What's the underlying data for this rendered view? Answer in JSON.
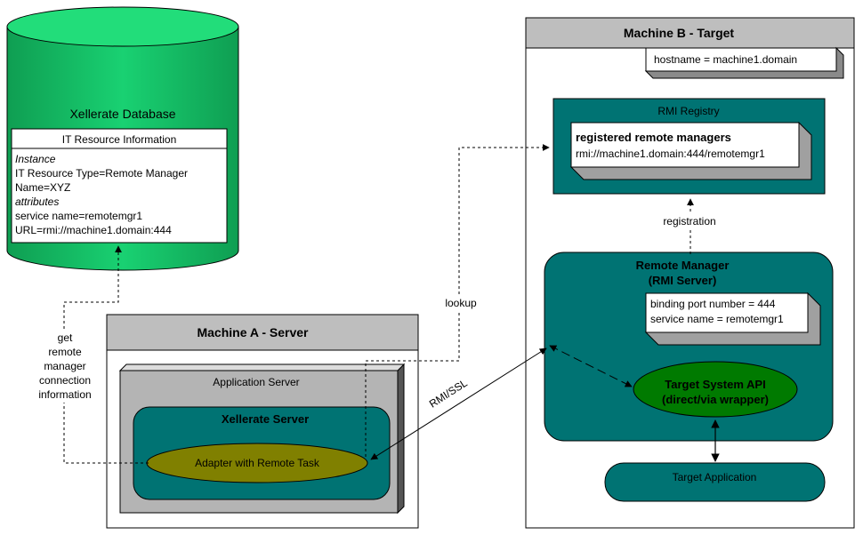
{
  "database": {
    "title": "Xellerate Database",
    "table_header": "IT Resource Information",
    "lines": [
      {
        "text": "Instance",
        "style": "italic"
      },
      {
        "text": "IT Resource Type=Remote Manager",
        "style": "normal"
      },
      {
        "text": "Name=XYZ",
        "style": "normal"
      },
      {
        "text": "attributes",
        "style": "italic"
      },
      {
        "text": "service name=remotemgr1",
        "style": "normal"
      },
      {
        "text": "URL=rmi://machine1.domain:444",
        "style": "normal"
      }
    ]
  },
  "machine_a": {
    "title": "Machine A - Server",
    "app_server": "Application Server",
    "xellerate_server": "Xellerate Server",
    "adapter": "Adapter with Remote Task"
  },
  "machine_b": {
    "title": "Machine B - Target",
    "hostname": "hostname = machine1.domain",
    "rmi_registry": "RMI Registry",
    "registered_title": "registered remote managers",
    "registered_url": "rmi://machine1.domain:444/remotemgr1",
    "remote_manager_line1": "Remote Manager",
    "remote_manager_line2": "(RMI Server)",
    "binding_port": "binding port number = 444",
    "service_name": "service name = remotemgr1",
    "target_api_line1": "Target System API",
    "target_api_line2": "(direct/via wrapper)",
    "target_app": "Target Application"
  },
  "labels": {
    "lookup": "lookup",
    "registration": "registration",
    "rmi_ssl": "RMI/SSL",
    "get_lines": [
      "get",
      "remote",
      "manager",
      "connection",
      "information"
    ]
  },
  "colors": {
    "db_green": "#17c46a",
    "db_green_dark": "#0b9a4d",
    "teal": "#007373",
    "olive": "#808000",
    "api_green": "#007a00",
    "header_gray": "#bebebe",
    "app_server_gray": "#b4b4b4",
    "box_shadow_gray": "#9a9a9a"
  }
}
